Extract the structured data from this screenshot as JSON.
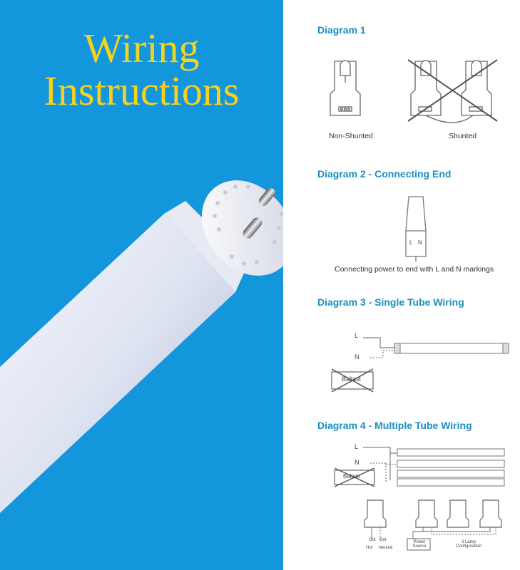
{
  "title": {
    "line1": "Wiring",
    "line2": "Instructions"
  },
  "diagram1": {
    "heading": "Diagram 1",
    "non_shunted_label": "Non-Shunted",
    "shunted_label": "Shunted"
  },
  "diagram2": {
    "heading": "Diagram 2 - Connecting End",
    "caption": "Connecting power to end with L and N markings",
    "marking_l": "L",
    "marking_n": "N"
  },
  "diagram3": {
    "heading": "Diagram 3 - Single Tube Wiring",
    "wire_l": "L",
    "wire_n": "N",
    "ballast_label": "Ballast"
  },
  "diagram4": {
    "heading": "Diagram 4 - Multiple Tube Wiring",
    "wire_l": "L",
    "wire_n": "N",
    "ballast_label": "Ballast",
    "out_left": "Out",
    "out_right": "Out",
    "hot_label": "Hot",
    "neutral_label": "Neutral",
    "power_source_label": "Power Source",
    "lamp_config_label": "3 Lamp Configuration"
  },
  "colors": {
    "panel_blue": "#1496dc",
    "title_yellow": "#f5d21e",
    "heading_blue": "#1a8fc2"
  }
}
